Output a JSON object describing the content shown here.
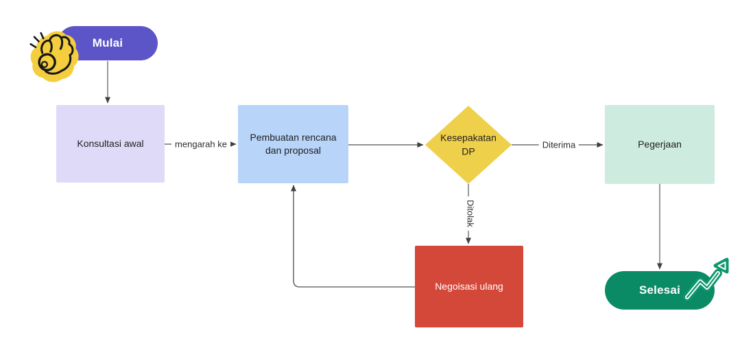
{
  "diagram": {
    "type": "flowchart",
    "background": "#FFFFFF"
  },
  "colors": {
    "start_pill": "#5B55C7",
    "end_pill": "#0A8B66",
    "konsultasi_box": "#DEDAF8",
    "pembuatan_box": "#B8D4F8",
    "kesepakatan_diamond": "#EFD04A",
    "pegerjaan_box": "#CDEBDE",
    "negoisasi_box": "#D4483A",
    "connector_line": "#6E6E6E",
    "arrowhead": "#3F3F3F",
    "hand_icon_fill": "#F4CE3E",
    "hand_icon_outline": "#161616",
    "trend_icon_green": "#0E966C",
    "trend_icon_casing": "#FFFFFF"
  },
  "nodes": {
    "mulai": {
      "label": "Mulai",
      "shape": "pill"
    },
    "konsultasi": {
      "label": "Konsultasi awal",
      "shape": "rectangle"
    },
    "pembuatan": {
      "label": "Pembuatan rencana dan proposal",
      "shape": "rectangle"
    },
    "kesepakatan": {
      "label": "Kesepakatan DP",
      "shape": "diamond"
    },
    "pegerjaan": {
      "label": "Pegerjaan",
      "shape": "rectangle"
    },
    "negoisasi": {
      "label": "Negoisasi ulang",
      "shape": "rectangle"
    },
    "selesai": {
      "label": "Selesai",
      "shape": "pill"
    }
  },
  "edges": {
    "konsultasi_to_pembuatan": {
      "label": "mengarah ke"
    },
    "kesepakatan_to_pegerjaan": {
      "label": "Diterima"
    },
    "kesepakatan_to_negoisasi": {
      "label": "Ditolak"
    }
  },
  "icons": {
    "ok_hand": "ok-hand-sticker",
    "trending_up": "trending-up-arrow-sticker"
  }
}
